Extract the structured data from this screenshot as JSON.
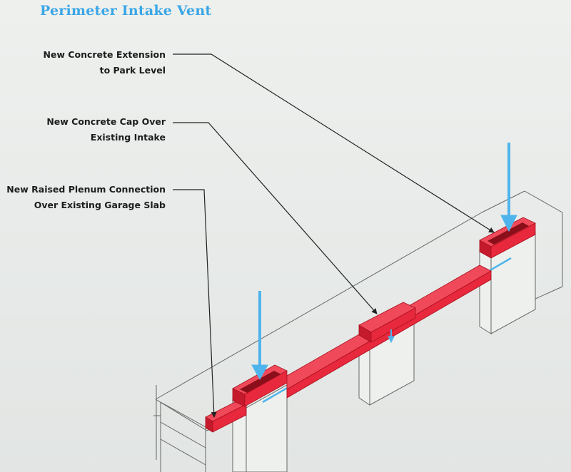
{
  "title": "Perimeter Intake Vent",
  "callouts": [
    {
      "line1": "New Concrete Extension",
      "line2": "to Park Level"
    },
    {
      "line1": "New Concrete Cap Over",
      "line2": "Existing Intake"
    },
    {
      "line1": "New Raised Plenum Connection",
      "line2": "Over Existing Garage Slab"
    }
  ],
  "colors": {
    "accent_red": "#e8283c",
    "airflow_blue": "#4fb4ec",
    "title_blue": "#3aa6e6",
    "linework": "#555555"
  }
}
